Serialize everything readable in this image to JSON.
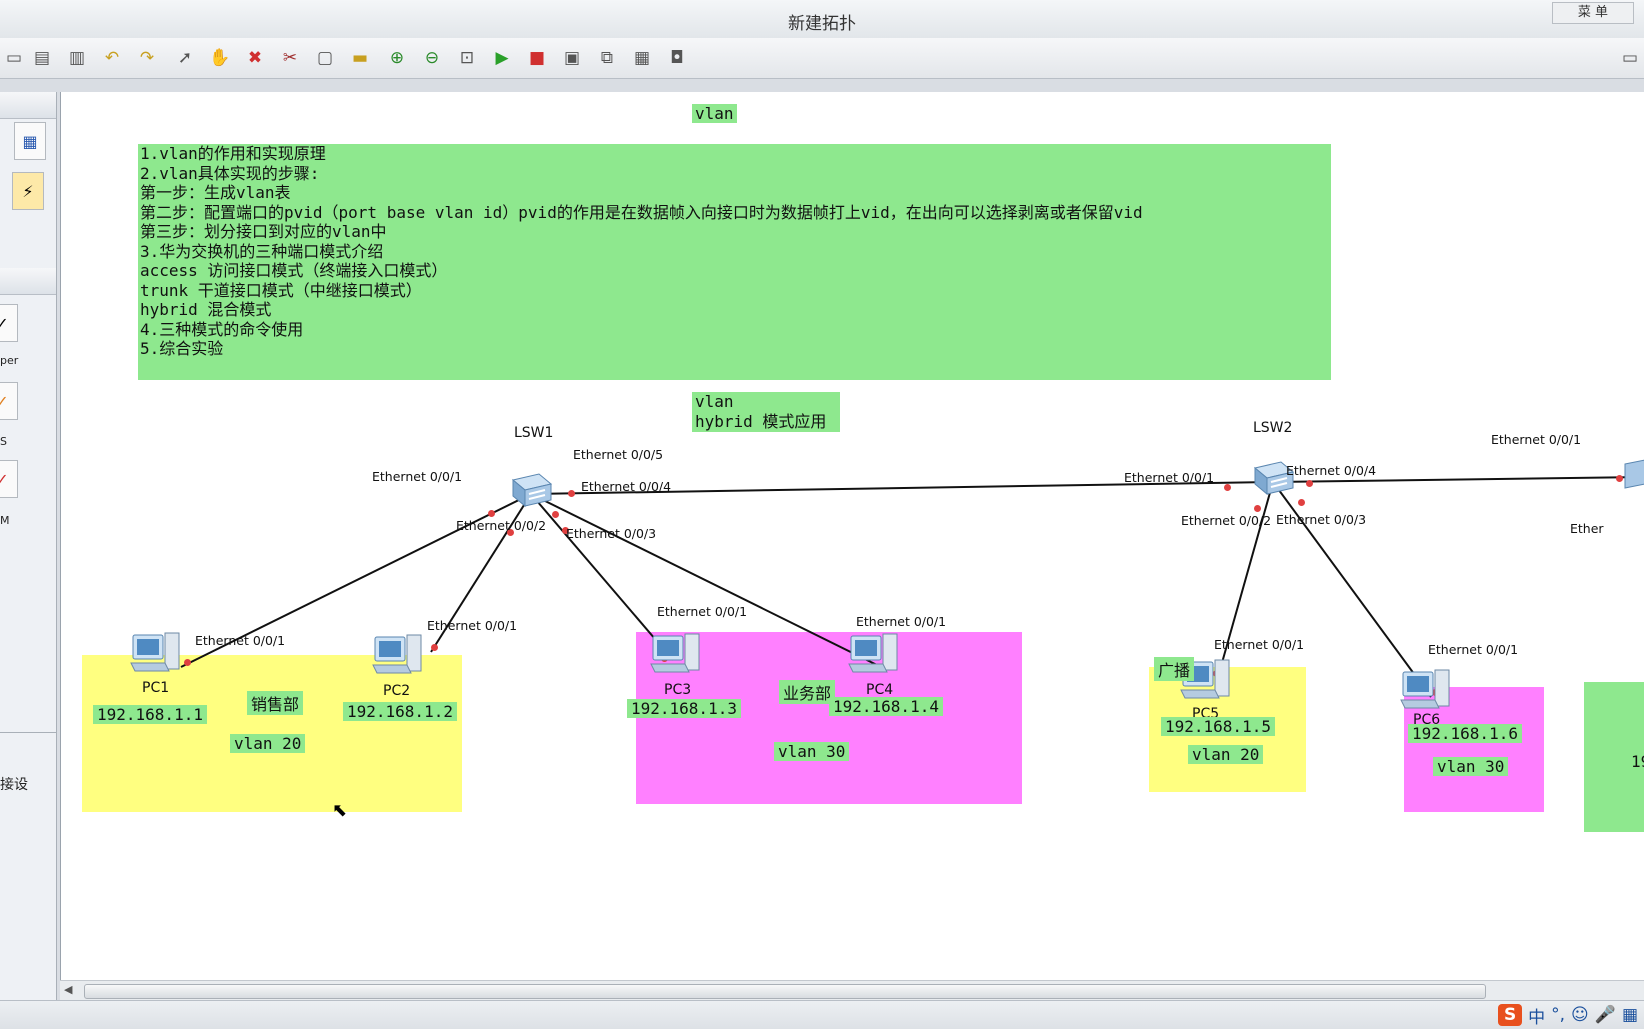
{
  "window": {
    "title": "新建拓扑",
    "menu_label": "菜 单"
  },
  "toolbar": {
    "icons": [
      "new-icon",
      "open-icon",
      "save-icon",
      "print-icon",
      "undo-icon",
      "redo-icon",
      "select-icon",
      "pan-hand-icon",
      "delete-icon",
      "delete-link-icon",
      "text-note-icon",
      "rectangle-icon",
      "zoom-in-icon",
      "zoom-out-icon",
      "fit-icon",
      "start-device-icon",
      "stop-device-icon",
      "capture-icon",
      "topology-icon",
      "table-icon",
      "screenshot-icon"
    ]
  },
  "sidebar": {
    "labels": [
      "per",
      "S",
      "M"
    ],
    "bottom_label": "接设"
  },
  "canvas": {
    "title_tag": "vlan",
    "notes": "1.vlan的作用和实现原理\n2.vlan具体实现的步骤:\n第一步：生成vlan表\n第二步：配置端口的pvid（port base vlan id）pvid的作用是在数据帧入向接口时为数据帧打上vid，在出向可以选择剥离或者保留vid\n第三步：划分接口到对应的vlan中\n3.华为交换机的三种端口模式介绍\naccess 访问接口模式（终端接入口模式）\ntrunk 干道接口模式（中继接口模式）\nhybrid 混合模式\n4.三种模式的命令使用\n5.综合实验",
    "subtitle": "vlan\nhybrid 模式应用",
    "switches": [
      {
        "name": "LSW1"
      },
      {
        "name": "LSW2"
      }
    ],
    "ports": {
      "lsw1_e5": "Ethernet 0/0/5",
      "lsw1_e1": "Ethernet 0/0/1",
      "lsw1_e4": "Ethernet 0/0/4",
      "lsw1_e2": "Ethernet 0/0/2",
      "lsw1_e3": "Ethernet 0/0/3",
      "lsw2_e1": "Ethernet 0/0/1",
      "lsw2_e4": "Ethernet 0/0/4",
      "lsw2_e2": "Ethernet 0/0/2",
      "lsw2_e3": "Ethernet 0/0/3",
      "far_e1": "Ethernet 0/0/1",
      "far_partial": "Ether",
      "pc1_e1": "Ethernet 0/0/1",
      "pc2_e1": "Ethernet 0/0/1",
      "pc3_e1": "Ethernet 0/0/1",
      "pc4_e1": "Ethernet 0/0/1",
      "pc5_e1": "Ethernet 0/0/1",
      "pc6_e1": "Ethernet 0/0/1"
    },
    "pcs": [
      {
        "name": "PC1",
        "ip": "192.168.1.1"
      },
      {
        "name": "PC2",
        "ip": "192.168.1.2"
      },
      {
        "name": "PC3",
        "ip": "192.168.1.3"
      },
      {
        "name": "PC4",
        "ip": "192.168.1.4"
      },
      {
        "name": "PC5",
        "ip": "192.168.1.5"
      },
      {
        "name": "PC6",
        "ip": "192.168.1.6"
      }
    ],
    "zones": {
      "sales_label": "销售部",
      "sales_vlan": "vlan 20",
      "business_label": "业务部",
      "business_vlan": "vlan 30",
      "broadcast_label": "广播",
      "pc5_vlan": "vlan 20",
      "pc6_vlan": "vlan 30",
      "right_partial": "19"
    },
    "colors": {
      "yellow_zone": "#ffff80",
      "magenta_zone": "#ff80ff",
      "green_zone": "#8ee88e",
      "link": "#111111",
      "port_dot": "#e04040"
    }
  },
  "status": {
    "ime": [
      "中",
      "°,",
      "☺",
      "🎤",
      "▦"
    ]
  }
}
